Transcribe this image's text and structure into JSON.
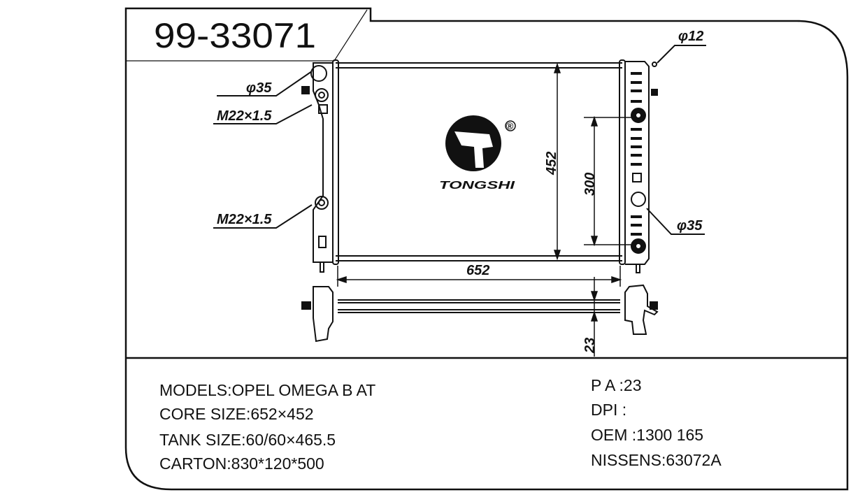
{
  "title": "99-33071",
  "brand": {
    "name": "TONGSHI",
    "registered": "®"
  },
  "dimensions": {
    "core_height": "452",
    "core_width": "652",
    "outlet_spacing": "300",
    "depth": "23"
  },
  "callouts": {
    "left_top_pipe": "φ35",
    "left_thread_top": "M22×1.5",
    "left_thread_bottom": "M22×1.5",
    "right_small_pipe": "φ12",
    "right_pipe": "φ35"
  },
  "specs_left": [
    "MODELS:OPEL OMEGA B  AT",
    "CORE SIZE:652×452",
    "TANK SIZE:60/60×465.5",
    "CARTON:830*120*500"
  ],
  "specs_right": [
    "P A :23",
    "DPI :",
    "OEM :1300 165",
    "NISSENS:63072A"
  ]
}
